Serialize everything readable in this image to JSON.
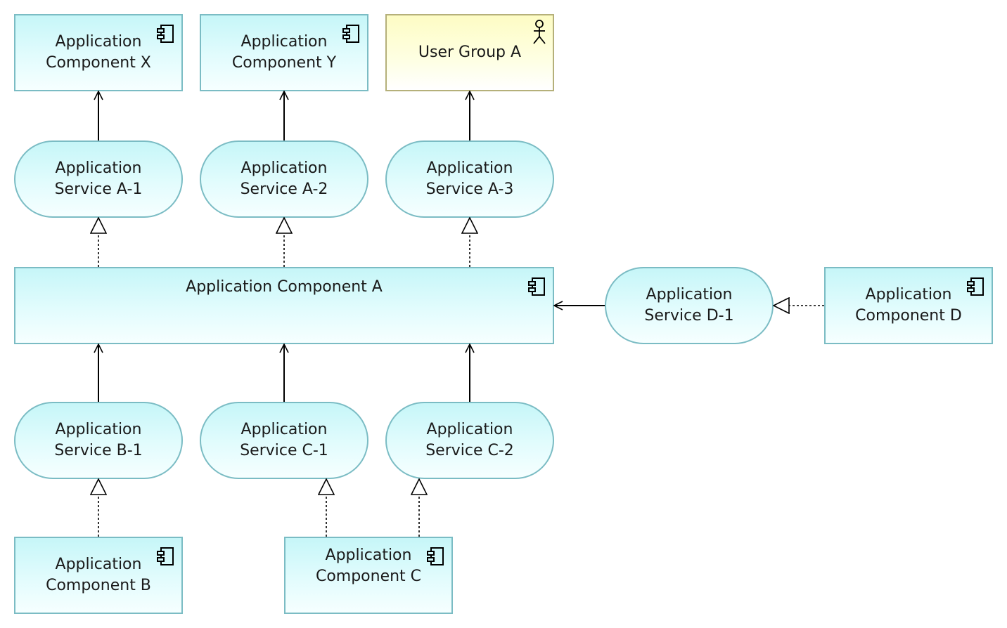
{
  "colors": {
    "application_fill": "#d3f9fb",
    "application_border": "#7bbcc4",
    "business_fill": "#fefdd0",
    "business_border": "#b5b07a",
    "line": "#000000"
  },
  "nodes": {
    "comp_x": {
      "label": "Application\nComponent X",
      "icon": "component-icon"
    },
    "comp_y": {
      "label": "Application\nComponent Y",
      "icon": "component-icon"
    },
    "group_a": {
      "label": "User Group A",
      "icon": "actor-icon"
    },
    "svc_a1": {
      "label": "Application\nService A-1"
    },
    "svc_a2": {
      "label": "Application\nService A-2"
    },
    "svc_a3": {
      "label": "Application\nService A-3"
    },
    "comp_a": {
      "label": "Application Component A",
      "icon": "component-icon"
    },
    "svc_d1": {
      "label": "Application\nService D-1"
    },
    "comp_d": {
      "label": "Application\nComponent D",
      "icon": "component-icon"
    },
    "svc_b1": {
      "label": "Application\nService B-1"
    },
    "svc_c1": {
      "label": "Application\nService C-1"
    },
    "svc_c2": {
      "label": "Application\nService C-2"
    },
    "comp_b": {
      "label": "Application\nComponent B",
      "icon": "component-icon"
    },
    "comp_c": {
      "label": "Application\nComponent C",
      "icon": "component-icon"
    }
  },
  "relationships": [
    {
      "from": "svc_a1",
      "to": "comp_x",
      "type": "serving"
    },
    {
      "from": "svc_a2",
      "to": "comp_y",
      "type": "serving"
    },
    {
      "from": "svc_a3",
      "to": "group_a",
      "type": "serving"
    },
    {
      "from": "comp_a",
      "to": "svc_a1",
      "type": "realization"
    },
    {
      "from": "comp_a",
      "to": "svc_a2",
      "type": "realization"
    },
    {
      "from": "comp_a",
      "to": "svc_a3",
      "type": "realization"
    },
    {
      "from": "svc_d1",
      "to": "comp_a",
      "type": "serving"
    },
    {
      "from": "comp_d",
      "to": "svc_d1",
      "type": "realization"
    },
    {
      "from": "svc_b1",
      "to": "comp_a",
      "type": "serving"
    },
    {
      "from": "svc_c1",
      "to": "comp_a",
      "type": "serving"
    },
    {
      "from": "svc_c2",
      "to": "comp_a",
      "type": "serving"
    },
    {
      "from": "comp_b",
      "to": "svc_b1",
      "type": "realization"
    },
    {
      "from": "comp_c",
      "to": "svc_c1",
      "type": "realization"
    },
    {
      "from": "comp_c",
      "to": "svc_c2",
      "type": "realization"
    }
  ]
}
